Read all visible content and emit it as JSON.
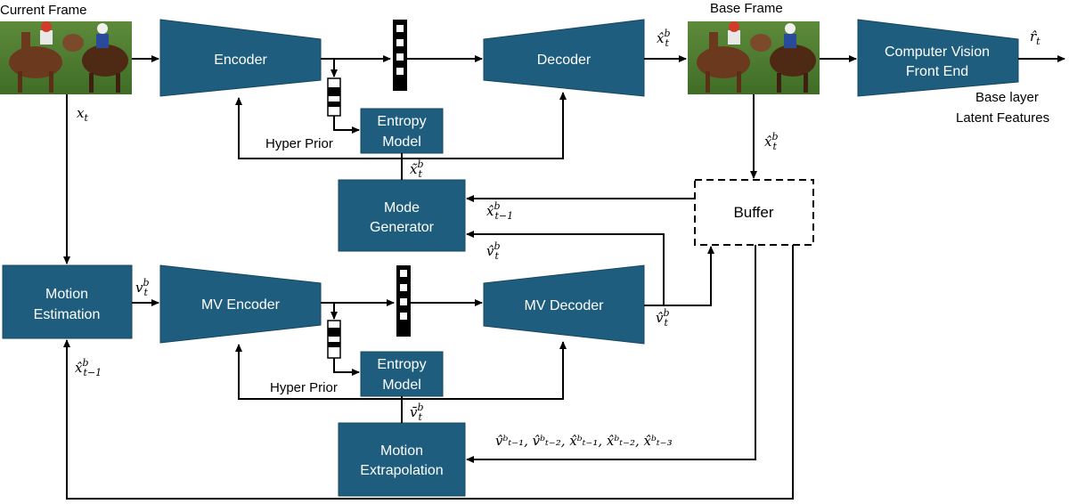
{
  "labels": {
    "current_frame": "Current Frame",
    "base_frame": "Base Frame",
    "encoder": "Encoder",
    "decoder": "Decoder",
    "cv_front_end_1": "Computer Vision",
    "cv_front_end_2": "Front End",
    "base_layer_1": "Base layer",
    "base_layer_2": "Latent Features",
    "entropy_1": "Entropy",
    "entropy_2": "Model",
    "hyper_prior": "Hyper Prior",
    "mode_gen_1": "Mode",
    "mode_gen_2": "Generator",
    "buffer": "Buffer",
    "motion_est_1": "Motion",
    "motion_est_2": "Estimation",
    "mv_encoder": "MV Encoder",
    "mv_decoder": "MV Decoder",
    "mv_entropy_1": "Entropy",
    "mv_entropy_2": "Model",
    "mv_hyper_prior": "Hyper Prior",
    "motion_extrap_1": "Motion",
    "motion_extrap_2": "Extrapolation"
  },
  "symbols": {
    "x_t": "x",
    "x_t_sub": "t",
    "xhat_t_b": "x̂",
    "xtilde_t_b": "x̃",
    "xhat_tm1_b": "x̂",
    "vhat_t_b": "v̂",
    "v_t_b": "v",
    "vbar_t_b": "v̄",
    "rhat_t": "r̂",
    "sup_b": "b",
    "sub_t": "t",
    "sub_tm1": "t−1",
    "history": "v̂ᵇₜ₋₁, v̂ᵇₜ₋₂, x̂ᵇₜ₋₁, x̂ᵇₜ₋₂, x̂ᵇₜ₋₃"
  },
  "colors": {
    "block": "#1f5d7e",
    "line": "#000000"
  }
}
